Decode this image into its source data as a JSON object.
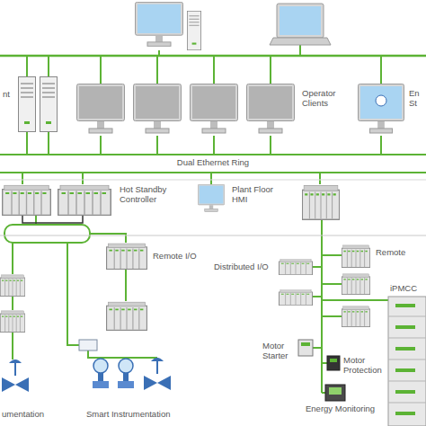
{
  "diagram": {
    "labels": [
      "nt",
      "Operator Clients",
      "En St",
      "Dual Ethernet Ring",
      "Hot Standby Controller",
      "Plant Floor HMI",
      "Remote I/O",
      "Remote",
      "Distributed I/O",
      "iPMCC",
      "Motor Starter",
      "Motor Protection",
      "Energy Monitoring",
      "Smart Instrumentation",
      "umentation"
    ]
  }
}
